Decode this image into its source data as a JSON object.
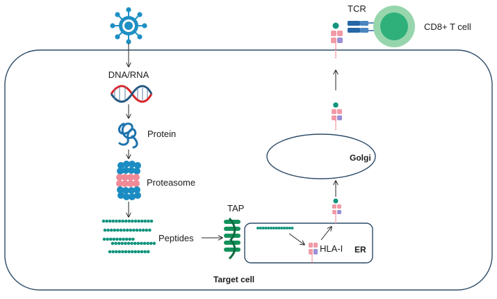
{
  "labels": {
    "dna_rna": "DNA/RNA",
    "protein": "Protein",
    "proteasome": "Proteasome",
    "peptides": "Peptides",
    "tap": "TAP",
    "hla_i": "HLA-I",
    "er": "ER",
    "golgi": "Golgi",
    "tcr": "TCR",
    "t_cell": "CD8+ T cell",
    "target_cell": "Target cell"
  },
  "colors": {
    "virus": "#1f8fc4",
    "dna_red": "#d9262b",
    "dna_blue": "#23577f",
    "protein": "#1f73ad",
    "proteasome_blue": "#1b8cc2",
    "proteasome_pink": "#f08a97",
    "peptide": "#13947e",
    "tap": "#13915a",
    "hla_pink": "#f29aa6",
    "hla_purple": "#9b8fd6",
    "tcr": "#2466a6",
    "t_cell_outer": "#97d6ad",
    "t_cell_inner": "#2fb07a",
    "membrane": "#2b4a66"
  }
}
